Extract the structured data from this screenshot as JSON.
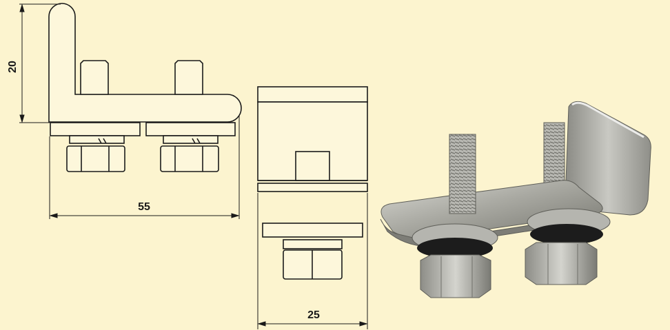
{
  "drawing": {
    "background_color": "#fcf4cf",
    "part_fill": "#fdf7db",
    "line_color": "#1a1a1a",
    "side_view": {
      "dim_height": "20",
      "dim_length": "55"
    },
    "end_view": {
      "dim_width": "25"
    }
  },
  "photo": {
    "metal_color": "#a9a9a2",
    "shadow_color": "#5e5e58"
  }
}
